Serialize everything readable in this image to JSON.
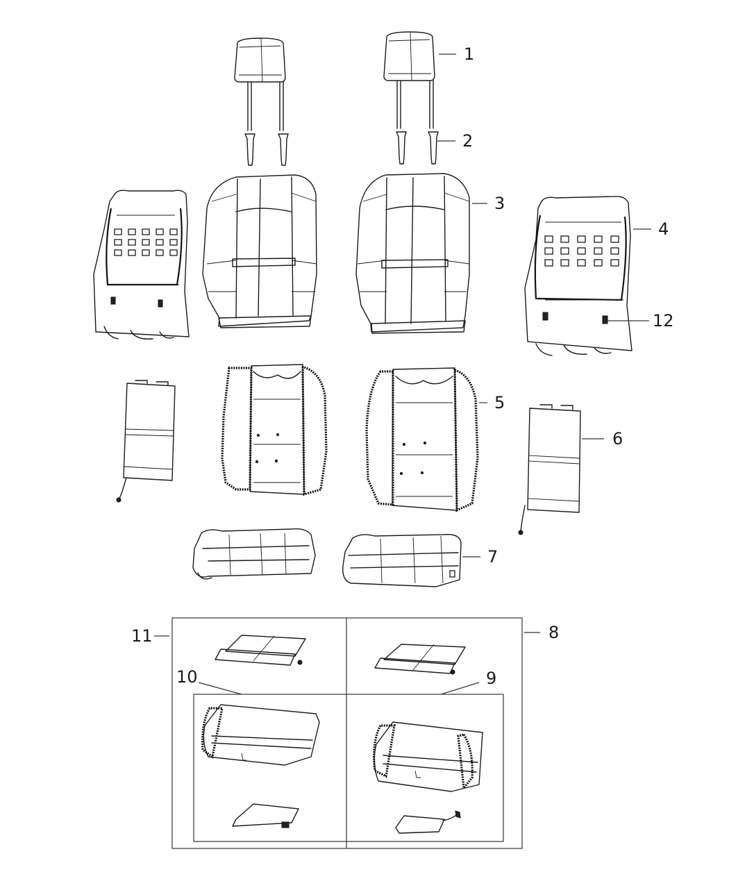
{
  "diagram": {
    "type": "exploded-parts-diagram",
    "subject": "front seat components",
    "callouts": [
      {
        "id": "1",
        "label": "1",
        "part": "headrest"
      },
      {
        "id": "2",
        "label": "2",
        "part": "headrest-guide-sleeve"
      },
      {
        "id": "3",
        "label": "3",
        "part": "seat-back-cover"
      },
      {
        "id": "4",
        "label": "4",
        "part": "seat-back-frame"
      },
      {
        "id": "5",
        "label": "5",
        "part": "seat-back-foam-cushion"
      },
      {
        "id": "6",
        "label": "6",
        "part": "seat-back-heater-pad"
      },
      {
        "id": "7",
        "label": "7",
        "part": "seat-cushion-cover"
      },
      {
        "id": "8",
        "label": "8",
        "part": "seat-cushion-kit-group"
      },
      {
        "id": "9",
        "label": "9",
        "part": "seat-cushion-foam-right"
      },
      {
        "id": "10",
        "label": "10",
        "part": "seat-cushion-foam-left"
      },
      {
        "id": "11",
        "label": "11",
        "part": "seat-cushion-heater-group"
      },
      {
        "id": "12",
        "label": "12",
        "part": "seat-back-connector"
      }
    ]
  }
}
